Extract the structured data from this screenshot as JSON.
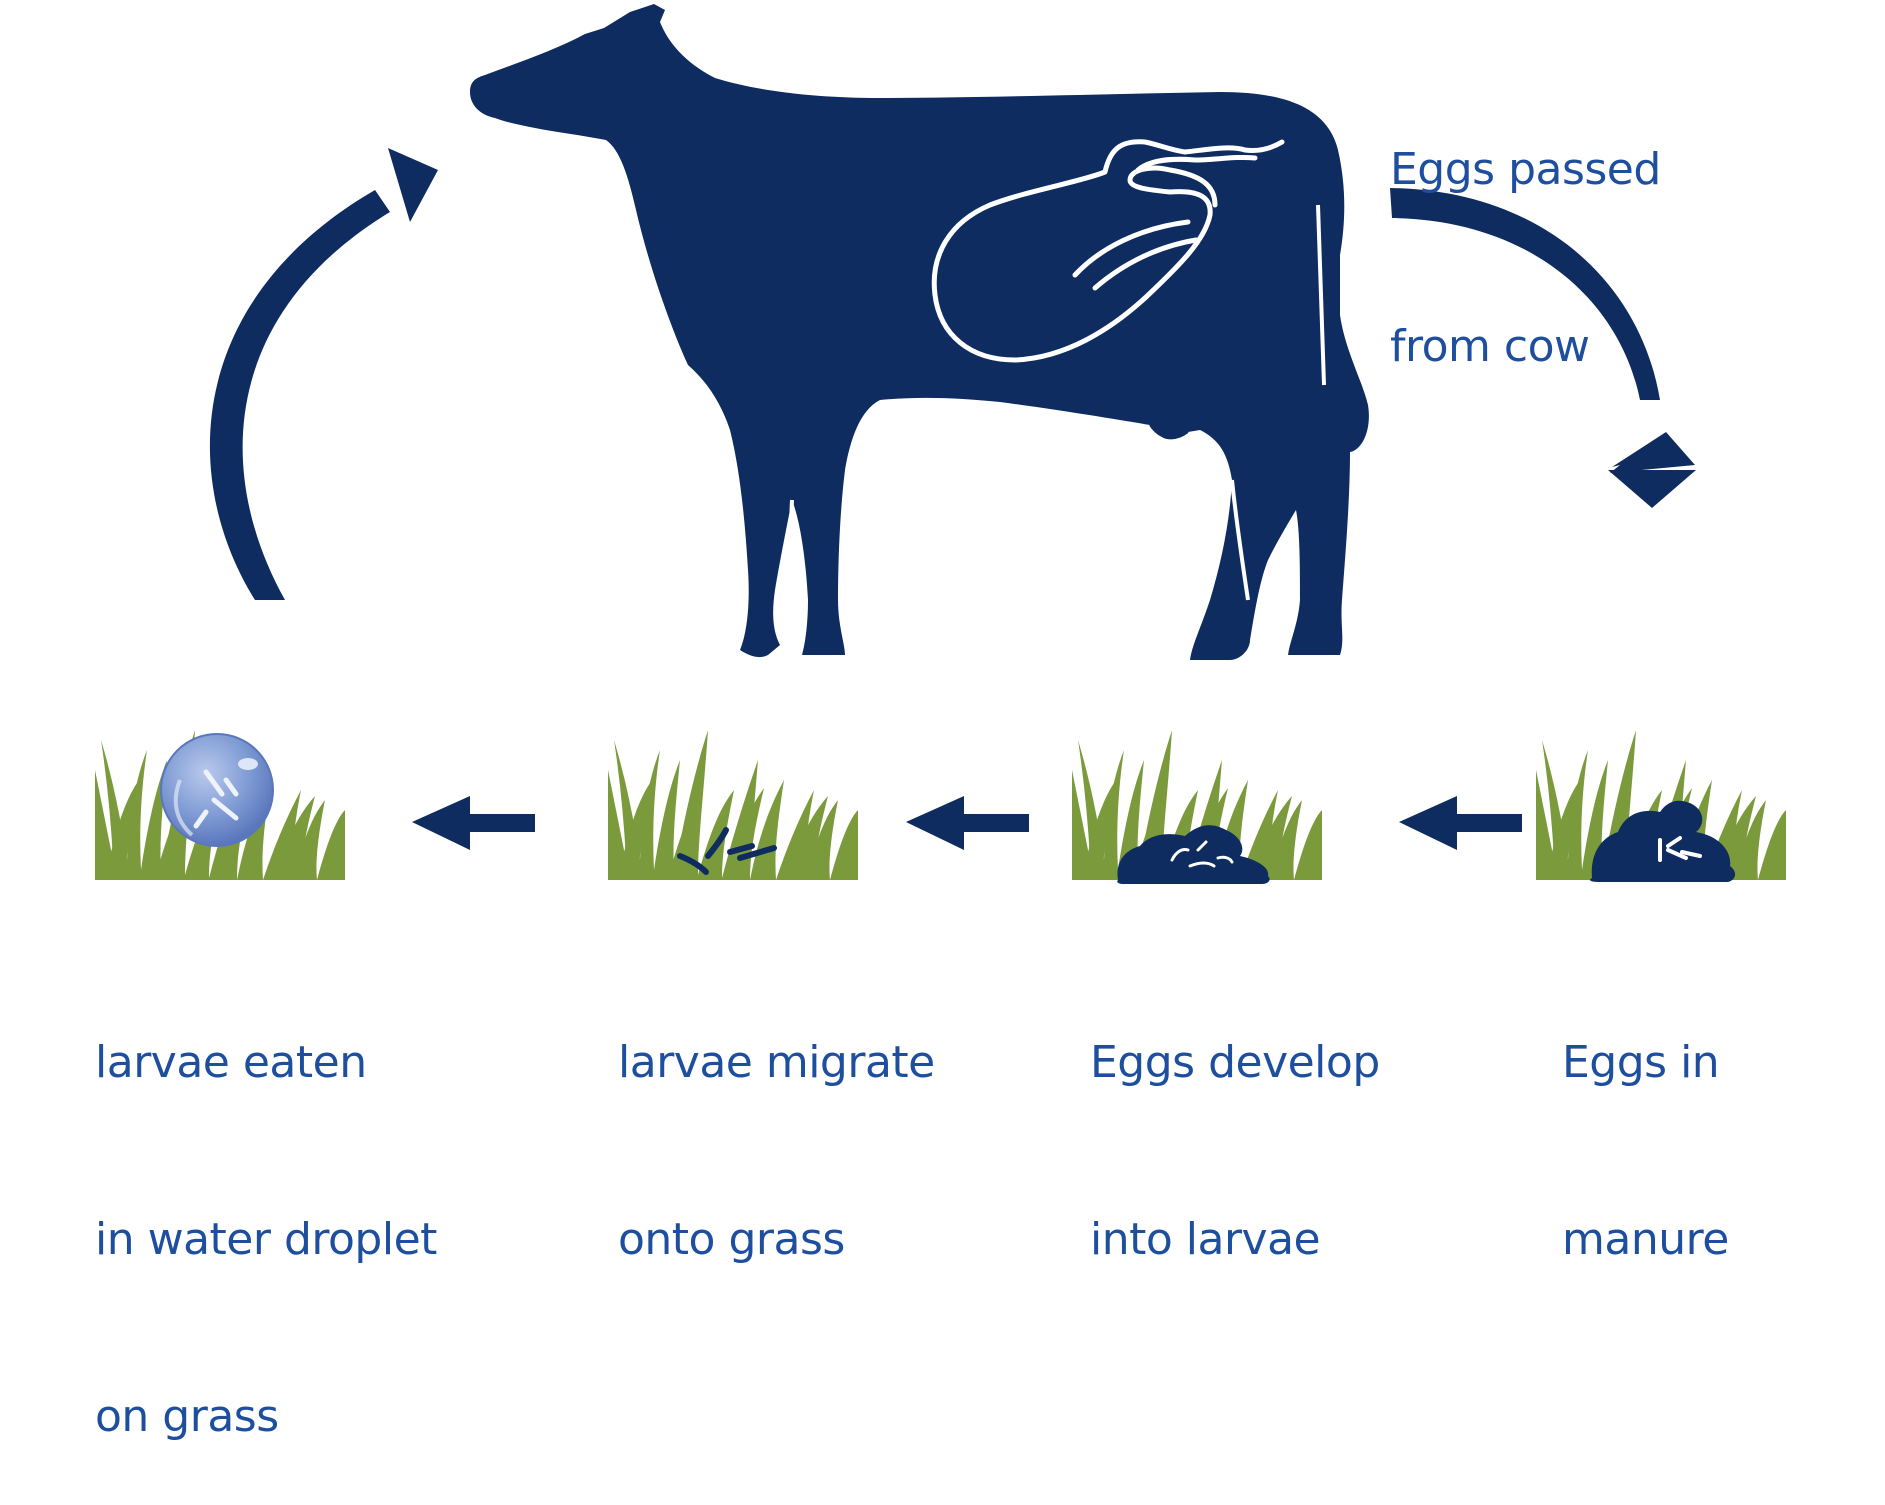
{
  "colors": {
    "navy": "#0e2c60",
    "text_blue": "#1e4f9e",
    "grass": "#7a9a3c",
    "droplet": "#7f9bd4"
  },
  "top_label": {
    "line1": "Eggs passed",
    "line2": "from cow"
  },
  "steps": [
    {
      "line1": "Eggs in",
      "line2": "manure",
      "line3": ""
    },
    {
      "line1": "Eggs develop",
      "line2": "into larvae",
      "line3": ""
    },
    {
      "line1": "larvae migrate",
      "line2": "onto grass",
      "line3": ""
    },
    {
      "line1": "larvae eaten",
      "line2": "in water droplet",
      "line3": "on grass"
    }
  ],
  "icons": [
    "cow-icon",
    "stomach-icon",
    "manure-icon",
    "larvae-icon",
    "water-droplet-icon",
    "grass-icon",
    "arrow-icon"
  ]
}
